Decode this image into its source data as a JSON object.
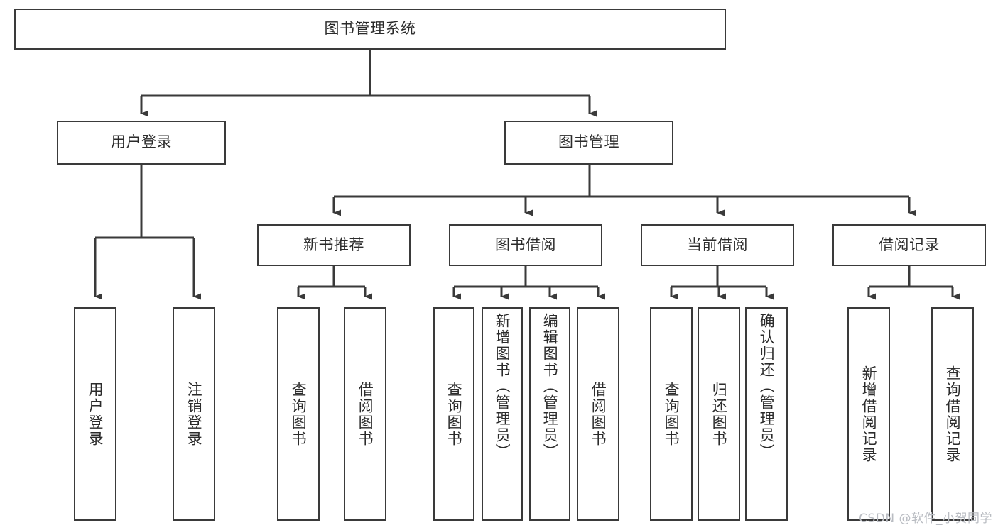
{
  "diagram": {
    "type": "hierarchy-tree",
    "title_node": {
      "id": "root",
      "label": "图书管理系统"
    },
    "level2": [
      {
        "id": "user-login",
        "label": "用户登录"
      },
      {
        "id": "book-management",
        "label": "图书管理"
      }
    ],
    "level3": [
      {
        "id": "new-book-recommend",
        "label": "新书推荐",
        "parent": "book-management"
      },
      {
        "id": "book-borrow",
        "label": "图书借阅",
        "parent": "book-management"
      },
      {
        "id": "current-borrow",
        "label": "当前借阅",
        "parent": "book-management"
      },
      {
        "id": "borrow-record",
        "label": "借阅记录",
        "parent": "book-management"
      }
    ],
    "leaves": {
      "user-login": [
        {
          "id": "leaf-user-login",
          "label": "用户登录"
        },
        {
          "id": "leaf-logout-login",
          "label": "注销登录"
        }
      ],
      "new-book-recommend": [
        {
          "id": "leaf-query-book-1",
          "label": "查询图书"
        },
        {
          "id": "leaf-borrow-book-1",
          "label": "借阅图书"
        }
      ],
      "book-borrow": [
        {
          "id": "leaf-query-book-2",
          "label": "查询图书"
        },
        {
          "id": "leaf-add-book",
          "label": "新增图书（管理员）"
        },
        {
          "id": "leaf-edit-book",
          "label": "编辑图书（管理员）"
        },
        {
          "id": "leaf-borrow-book-2",
          "label": "借阅图书"
        }
      ],
      "current-borrow": [
        {
          "id": "leaf-query-book-3",
          "label": "查询图书"
        },
        {
          "id": "leaf-return-book",
          "label": "归还图书"
        },
        {
          "id": "leaf-confirm-return",
          "label": "确认归还（管理员）"
        }
      ],
      "borrow-record": [
        {
          "id": "leaf-add-record",
          "label": "新增借阅记录"
        },
        {
          "id": "leaf-query-record",
          "label": "查询借阅记录"
        }
      ]
    },
    "colors": {
      "stroke": "#3a3a3a",
      "fill": "#ffffff",
      "text": "#2b2b2b",
      "watermark": "#b9bcc2"
    }
  },
  "watermark": {
    "text": "CSDN @软件_小贺同学"
  }
}
